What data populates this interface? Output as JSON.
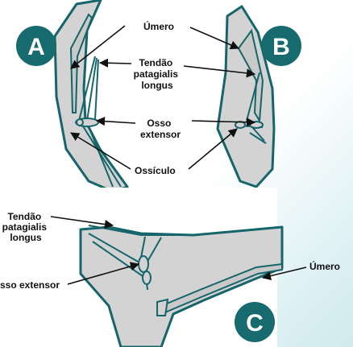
{
  "colors": {
    "bone": "#d3d3d3",
    "outline": "#15656b",
    "badge": "#176a6e",
    "arrow": "#111111",
    "text": "#111111"
  },
  "panels": {
    "a": {
      "badge": "A",
      "labels": {
        "umero": "Úmero",
        "tendao": [
          "Tendão",
          "patagialis",
          "longus"
        ],
        "osso_extensor": [
          "Osso",
          "extensor"
        ],
        "ossiculo": "Ossículo"
      }
    },
    "b": {
      "badge": "B"
    },
    "c": {
      "badge": "C",
      "labels": {
        "tendao": [
          "Tendão",
          "patagialis",
          "longus"
        ],
        "osso_extensor": "sso extensor",
        "umero": "Úmero"
      }
    }
  }
}
